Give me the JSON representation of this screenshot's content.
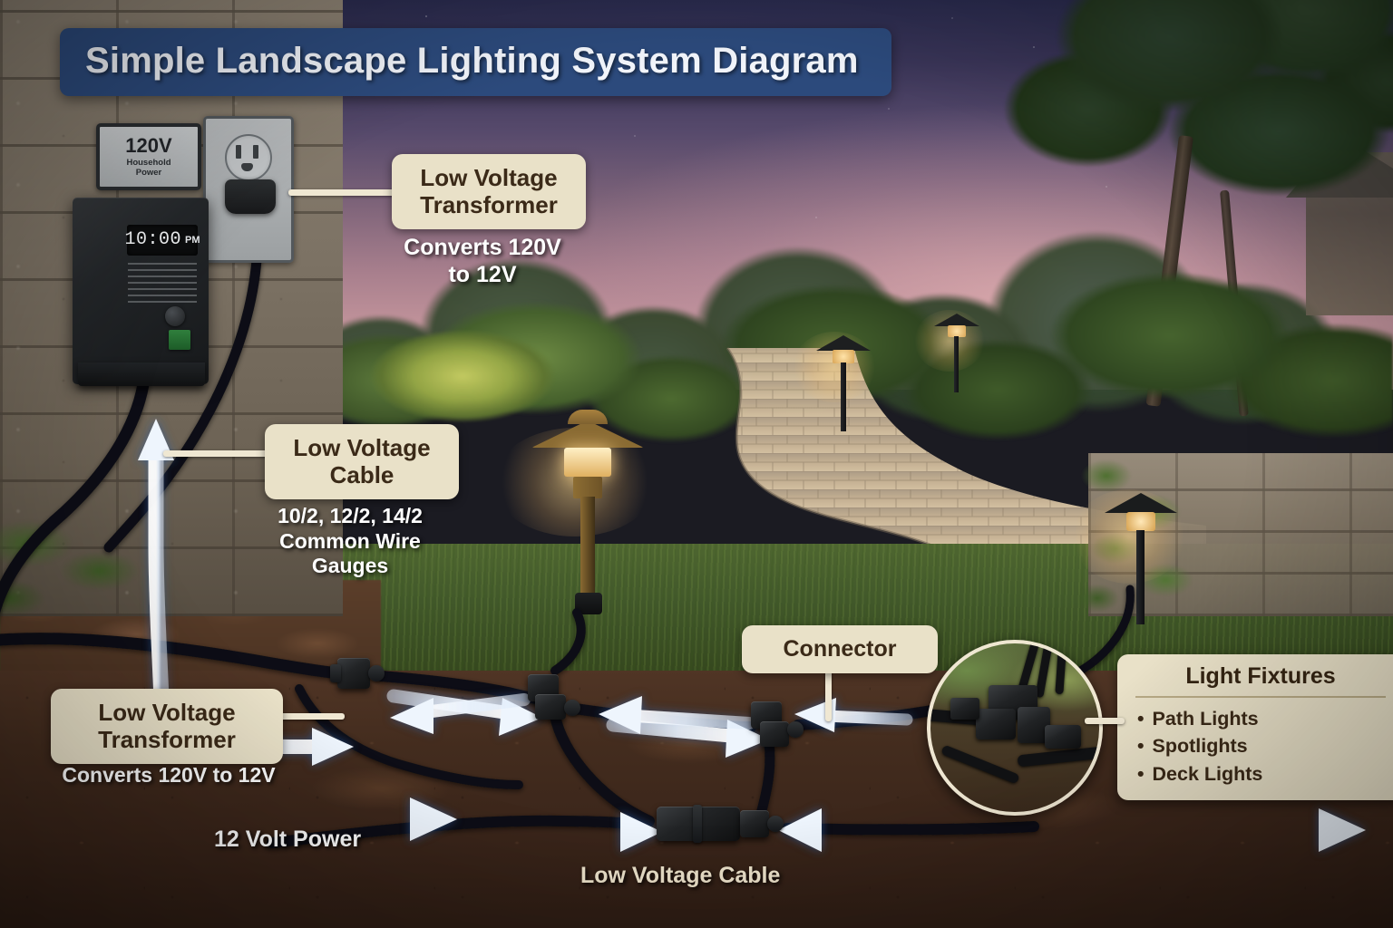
{
  "title": {
    "text": "Simple Landscape Lighting System Diagram",
    "bar_color": "#2c4a7c",
    "text_color": "#f2f5fb"
  },
  "palette": {
    "callout_bg": "#e9e1c8",
    "callout_text": "#3b2a18",
    "arrow_blue": "#cfe2f7",
    "subtext_white": "#ffffff",
    "cable_black": "#111214",
    "sky_dusk": "#a87f8d"
  },
  "power_source": {
    "plaque_voltage": "120V",
    "plaque_subtitle": "Household\nPower",
    "plaque_subtitle_line1": "Household",
    "plaque_subtitle_line2": "Power",
    "outlet_name": "wall-outlet",
    "transformer_display_time": "10:00",
    "transformer_display_meridiem": "PM"
  },
  "callouts": [
    {
      "id": "transformer-top",
      "line1": "Low Voltage",
      "line2": "Transformer",
      "subtext_line1": "Converts 120V",
      "subtext_line2": "to 12V"
    },
    {
      "id": "cable-left",
      "line1": "Low Voltage",
      "line2": "Cable",
      "subtext_line1": "10/2, 12/2, 14/2",
      "subtext_line2": "Common Wire Gauges"
    },
    {
      "id": "transformer-bottom",
      "line1": "Low Voltage",
      "line2": "Transformer",
      "subtext_line1": "Converts 120V to 12V"
    },
    {
      "id": "connector",
      "line1": "Connector"
    }
  ],
  "fixtures_panel": {
    "title": "Light Fixtures",
    "items": [
      "Path Lights",
      "Spotlights",
      "Deck Lights"
    ],
    "bullet": "•"
  },
  "ground_labels": {
    "volt_power": "12 Volt Power",
    "low_voltage_cable": "Low Voltage Cable"
  },
  "scene": {
    "lamp_count_visible": 5,
    "connector_count_visible": 4,
    "inset_caption": "connector-closeup"
  }
}
